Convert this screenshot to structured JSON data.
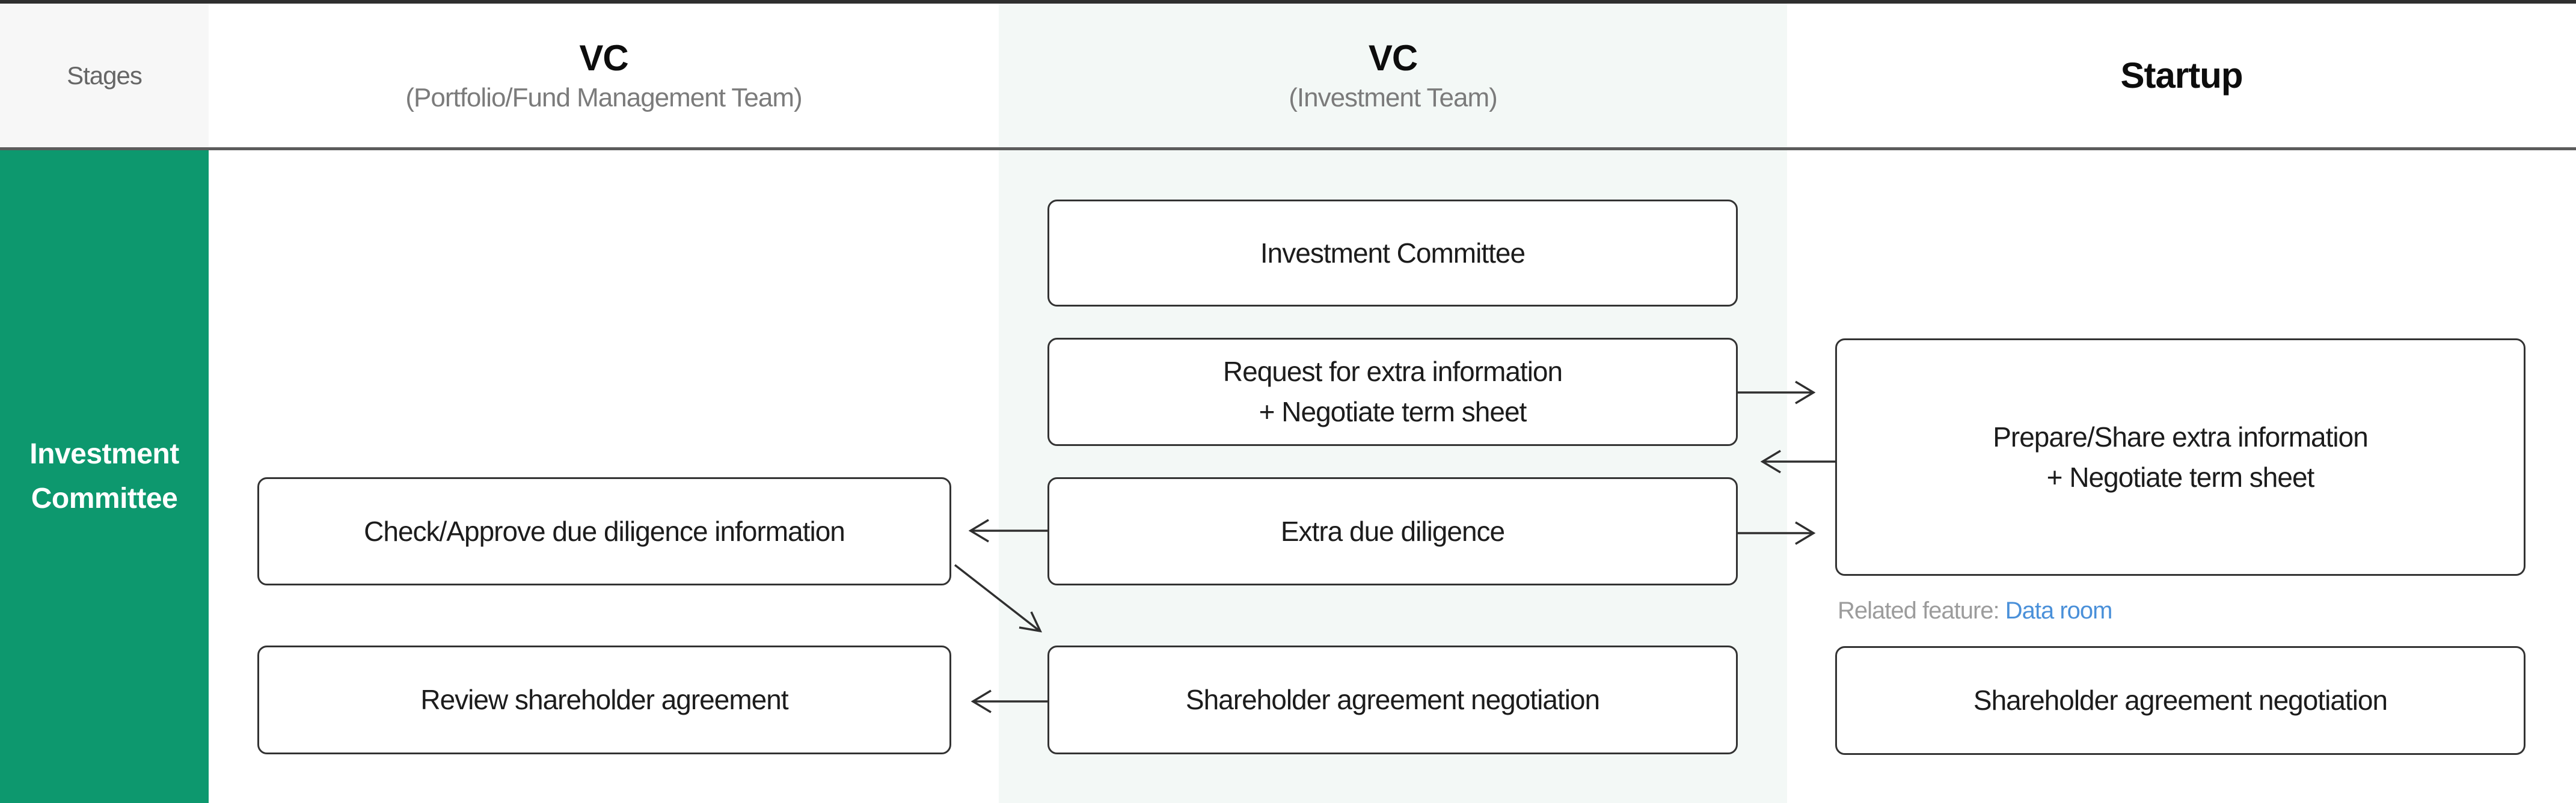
{
  "header": {
    "stages_label": "Stages",
    "columns": [
      {
        "title": "VC",
        "subtitle": "(Portfolio/Fund Management Team)"
      },
      {
        "title": "VC",
        "subtitle": "(Investment Team)"
      },
      {
        "title": "Startup",
        "subtitle": ""
      }
    ]
  },
  "stage": {
    "label": "Investment\nCommittee"
  },
  "lanes": {
    "vc_pm": {
      "check_box": "Check/Approve due diligence information",
      "review_box": "Review shareholder agreement"
    },
    "vc_it": {
      "committee_box": "Investment Committee",
      "request_box": "Request for extra information\n+ Negotiate term sheet",
      "extra_diligence_box": "Extra due diligence",
      "negotiation_box": "Shareholder agreement negotiation"
    },
    "startup": {
      "prepare_box": "Prepare/Share extra information\n+ Negotiate term sheet",
      "related_feature": {
        "prefix": "Related feature: ",
        "link": "Data room"
      },
      "negotiation_box": "Shareholder agreement negotiation"
    }
  },
  "colors": {
    "stage_green": "#0d986e",
    "link_blue": "#4a90d9",
    "lane_tint": "#f3f8f6",
    "box_border": "#333333",
    "header_divider": "#5c5c5c"
  }
}
